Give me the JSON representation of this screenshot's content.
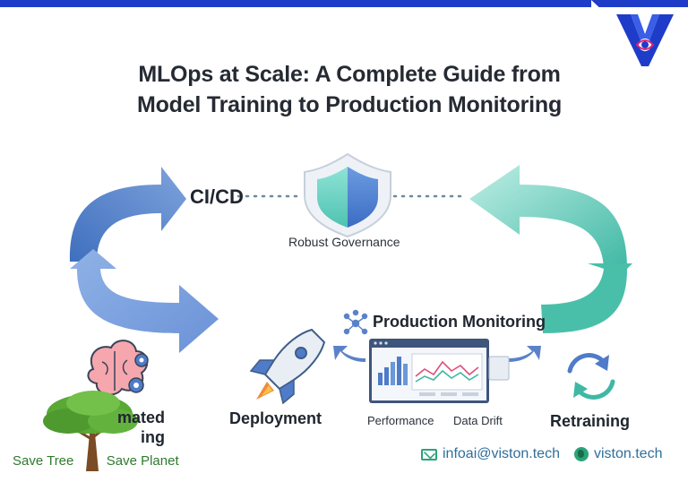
{
  "header": {
    "title_line1": "MLOps at Scale: A Complete Guide from",
    "title_line2": "Model Training to Production Monitoring"
  },
  "diagram": {
    "cicd_label": "CI/CD",
    "governance_label": "Robust Governance",
    "production_monitoring_label": "Production Monitoring",
    "deployment_label": "Deployment",
    "performance_label": "Performance",
    "data_drift_label": "Data Drift",
    "retraining_label": "Retraining",
    "automated_training_line1": "mated",
    "automated_training_line2": "ing"
  },
  "footer": {
    "save_tree": "Save Tree",
    "save_planet": "Save Planet",
    "email": "infoai@viston.tech",
    "website": "viston.tech"
  },
  "colors": {
    "accent_blue": "#1f3cc8",
    "arrow_blue": "#5b82c8",
    "arrow_teal": "#5ec7b4",
    "text_dark": "#20262f",
    "footer_green": "#2e7a2e"
  }
}
